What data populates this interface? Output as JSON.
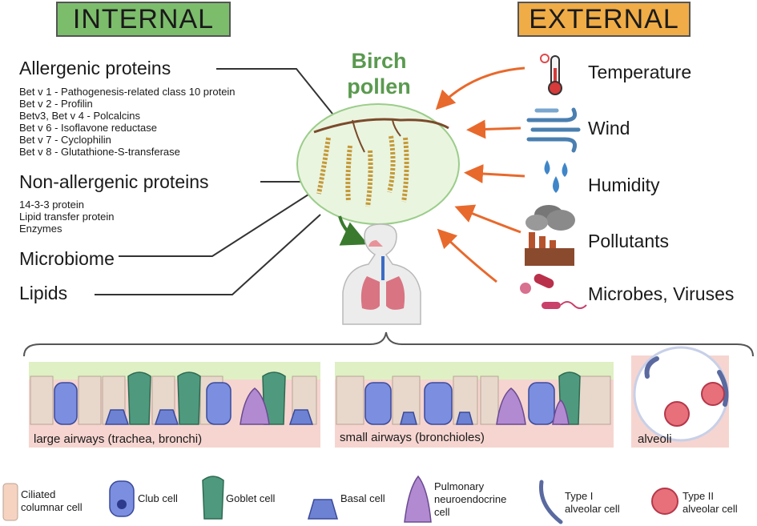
{
  "headers": {
    "internal": "INTERNAL",
    "external": "EXTERNAL"
  },
  "center": {
    "line1": "Birch",
    "line2": "pollen"
  },
  "internal": {
    "allergenic": {
      "title": "Allergenic proteins",
      "items": [
        "Bet v 1 - Pathogenesis-related class 10 protein",
        "Bet v 2 - Profilin",
        "Betv3, Bet v 4 - Polcalcins",
        "Bet v 6 - Isoflavone reductase",
        "Bet v 7 - Cyclophilin",
        "Bet v 8 - Glutathione-S-transferase"
      ]
    },
    "nonallergenic": {
      "title": "Non-allergenic proteins",
      "items": [
        "14-3-3 protein",
        "Lipid transfer protein",
        "Enzymes"
      ]
    },
    "microbiome": "Microbiome",
    "lipids": "Lipids"
  },
  "external": {
    "items": [
      {
        "label": "Temperature",
        "icon": "thermometer-icon"
      },
      {
        "label": "Wind",
        "icon": "wind-icon"
      },
      {
        "label": "Humidity",
        "icon": "water-drops-icon"
      },
      {
        "label": "Pollutants",
        "icon": "factory-icon"
      },
      {
        "label": "Microbes, Viruses",
        "icon": "microbe-icon"
      }
    ]
  },
  "panels": {
    "large": "large airways (trachea, bronchi)",
    "small": "small airways (bronchioles)",
    "alveoli": "alveoli"
  },
  "legend": {
    "ciliated": [
      "Ciliated",
      "columnar cell"
    ],
    "club": "Club cell",
    "goblet": "Goblet cell",
    "basal": "Basal cell",
    "pnec": [
      "Pulmonary",
      "neuroendocrine",
      "cell"
    ],
    "type1": [
      "Type I",
      "alveolar cell"
    ],
    "type2": [
      "Type II",
      "alveolar cell"
    ]
  },
  "colors": {
    "internal_header": "#7cbd6c",
    "external_header": "#f0ac46",
    "arrow_orange": "#e8692c",
    "arrow_green": "#3a7a2e",
    "birch_text": "#5a9a4f"
  }
}
